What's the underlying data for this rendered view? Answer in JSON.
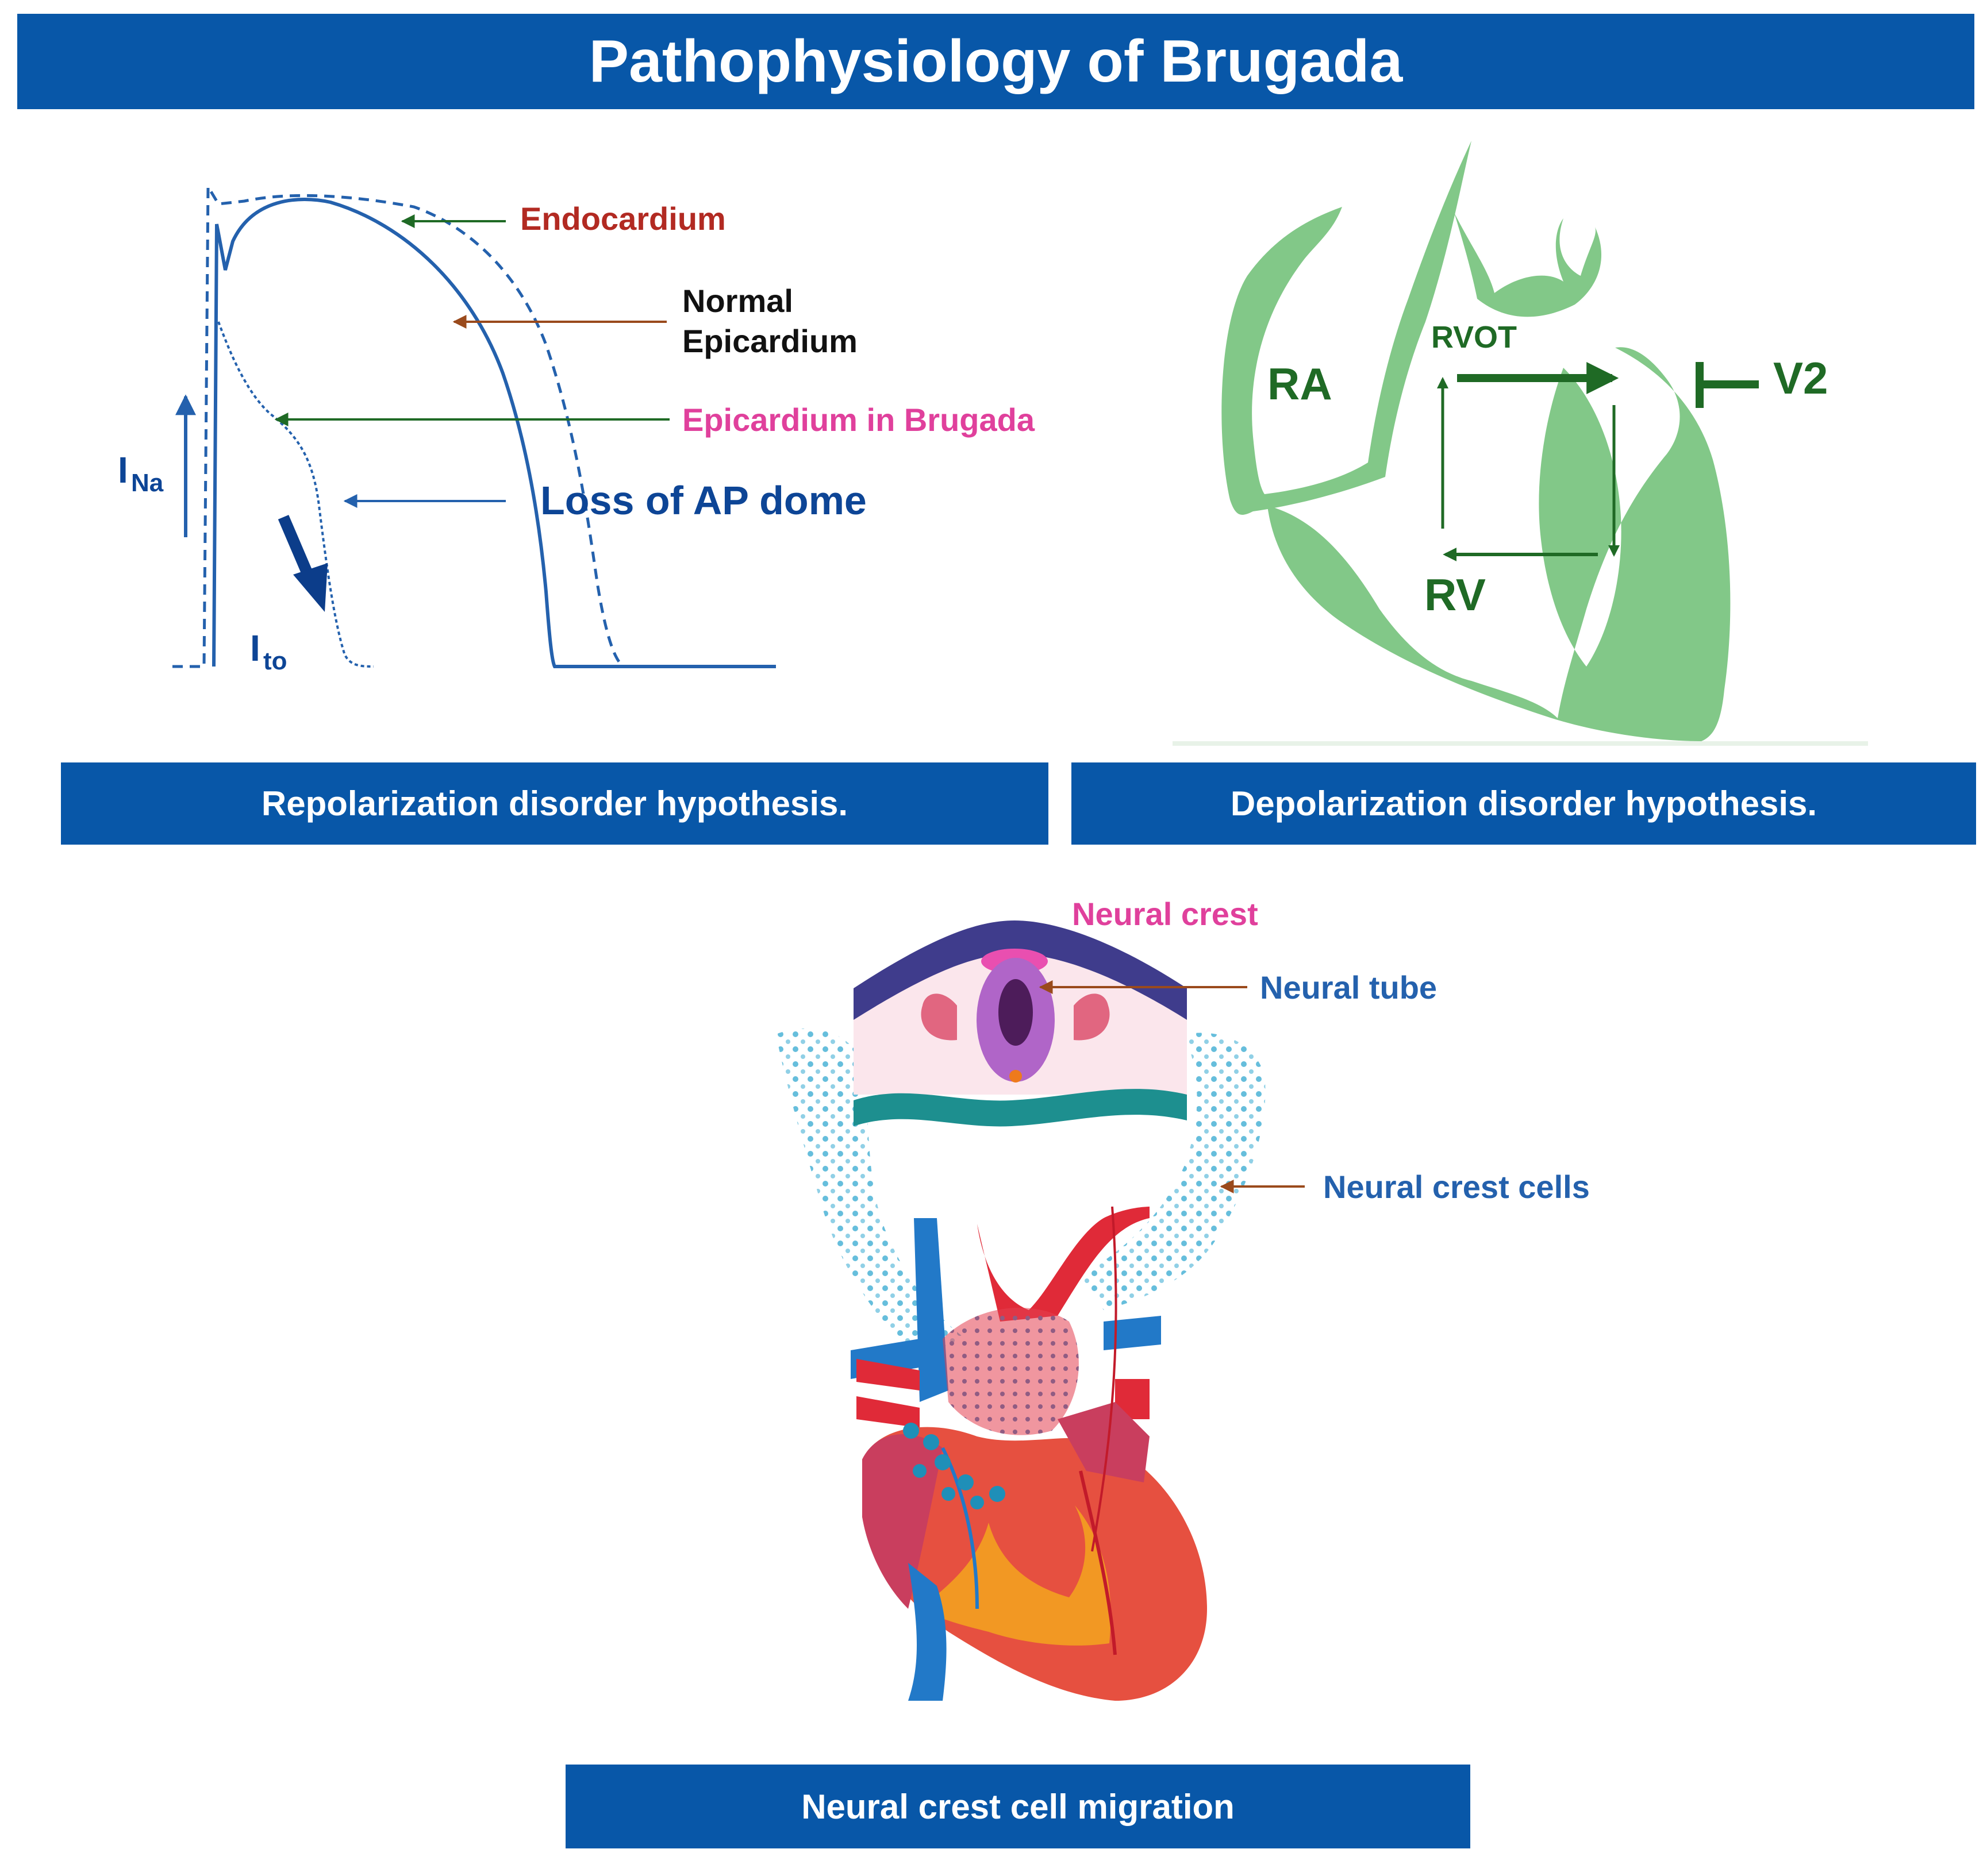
{
  "title": "Pathophysiology of Brugada",
  "panels": {
    "repolarization": {
      "caption": "Repolarization disorder hypothesis.",
      "labels": {
        "endocardium": "Endocardium",
        "normal": "Normal",
        "epicardium": "Epicardium",
        "epi_brugada": "Epicardium in Brugada",
        "loss_dome": "Loss of AP dome",
        "ina_main": "I",
        "ina_sub": "Na",
        "ito_main": "I",
        "ito_sub": "to"
      }
    },
    "depolarization": {
      "caption": "Depolarization disorder hypothesis.",
      "labels": {
        "ra": "RA",
        "rvot": "RVOT",
        "rv": "RV",
        "v2": "V2"
      }
    },
    "neural_crest": {
      "caption": "Neural crest cell migration",
      "labels": {
        "neural_crest": "Neural crest",
        "neural_tube": "Neural tube",
        "neural_crest_cells": "Neural crest cells"
      }
    }
  },
  "colors": {
    "banner": "#0857a8",
    "trace": "#2461ad",
    "endocardium_label": "#b22a22",
    "brugada_label": "#e0409c",
    "heart_green": "#82c888",
    "dark_green": "#1f6a25",
    "arrow_brown": "#9a4a1c"
  }
}
